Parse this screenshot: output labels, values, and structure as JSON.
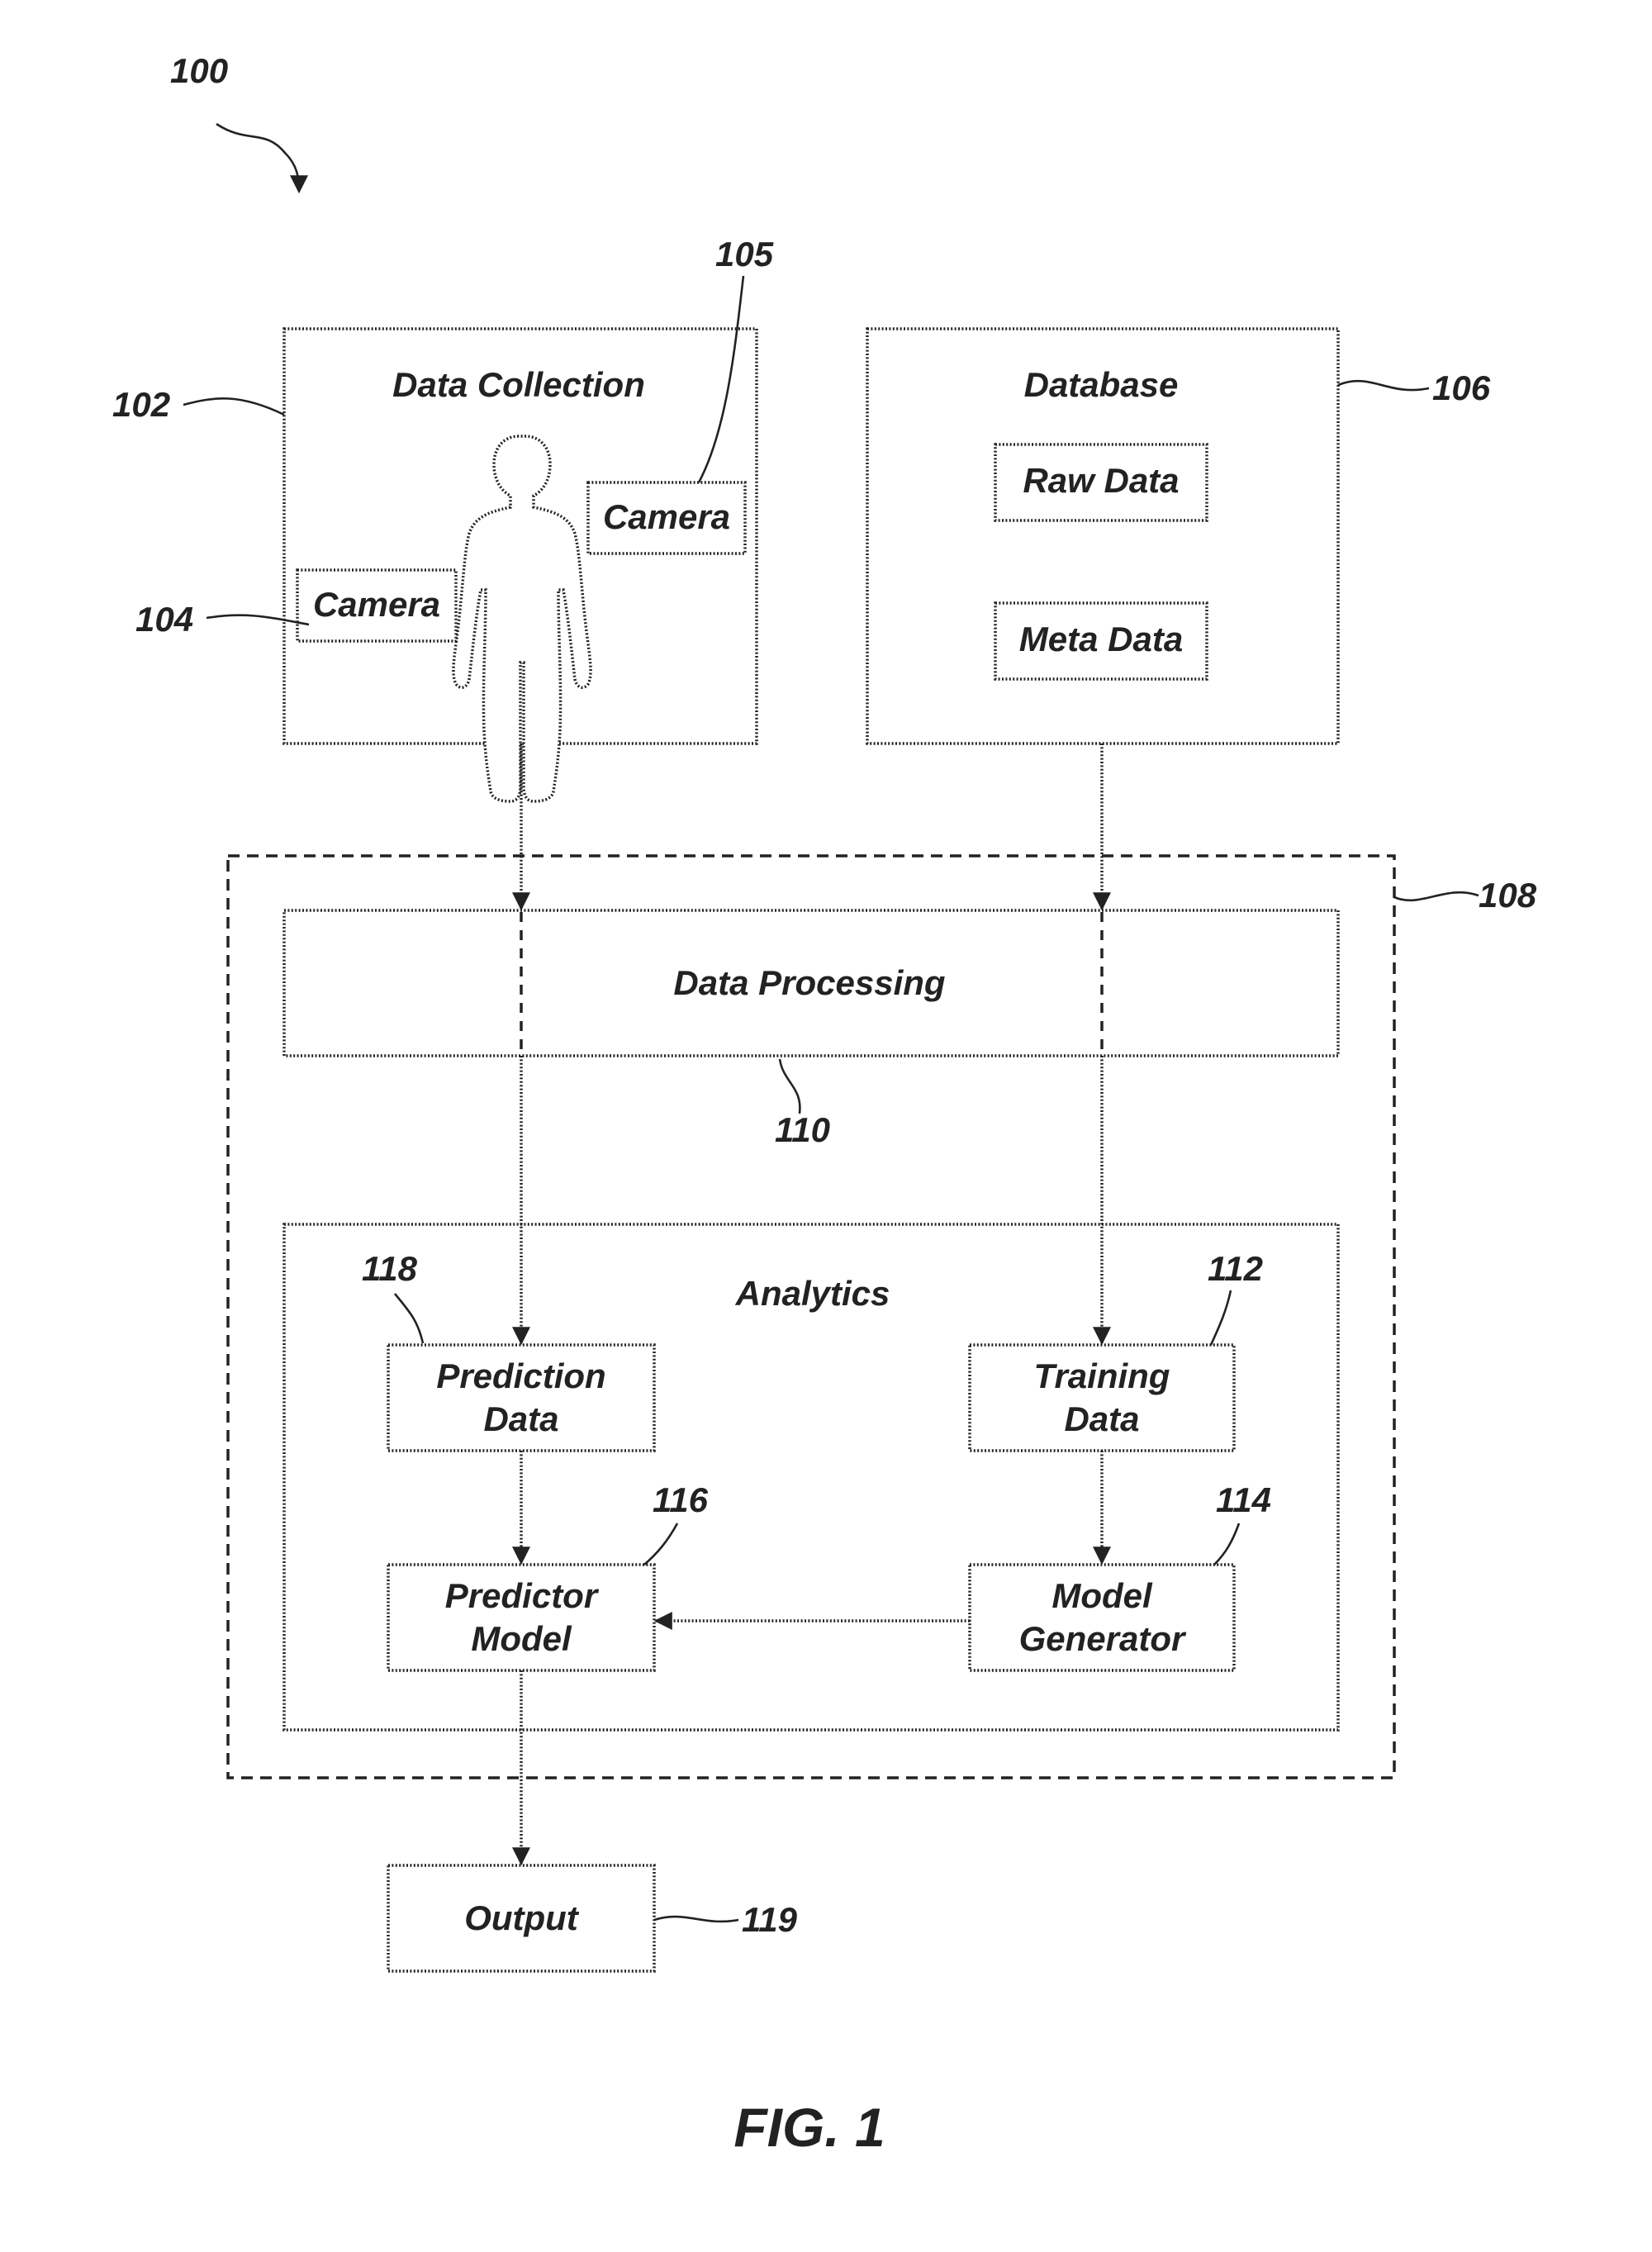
{
  "figure": {
    "ref": "100",
    "caption": "FIG. 1"
  },
  "data_collection": {
    "ref": "102",
    "title": "Data Collection",
    "camera_left": {
      "ref": "104",
      "label": "Camera"
    },
    "camera_right": {
      "ref": "105",
      "label": "Camera"
    }
  },
  "database": {
    "ref": "106",
    "title": "Database",
    "raw_data": "Raw Data",
    "meta_data": "Meta Data"
  },
  "system": {
    "ref": "108"
  },
  "data_processing": {
    "ref": "110",
    "title": "Data Processing"
  },
  "analytics": {
    "title": "Analytics",
    "prediction_data": {
      "ref": "118",
      "line1": "Prediction",
      "line2": "Data"
    },
    "training_data": {
      "ref": "112",
      "line1": "Training",
      "line2": "Data"
    },
    "predictor_model": {
      "ref": "116",
      "line1": "Predictor",
      "line2": "Model"
    },
    "model_generator": {
      "ref": "114",
      "line1": "Model",
      "line2": "Generator"
    }
  },
  "output": {
    "ref": "119",
    "label": "Output"
  }
}
